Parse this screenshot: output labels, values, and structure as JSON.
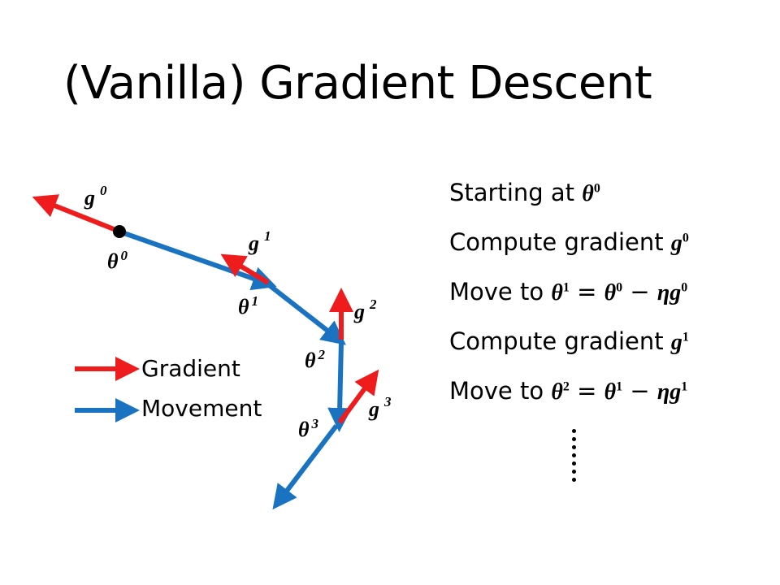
{
  "slide": {
    "title": "(Vanilla) Gradient Descent",
    "colors": {
      "gradient": "#ee1c1c",
      "movement": "#1a73c0"
    },
    "diagram": {
      "gradient_labels": [
        {
          "sym": "g",
          "sup": "0"
        },
        {
          "sym": "g",
          "sup": "1"
        },
        {
          "sym": "g",
          "sup": "2"
        },
        {
          "sym": "g",
          "sup": "3"
        }
      ],
      "theta_labels": [
        {
          "sym": "θ",
          "sup": "0"
        },
        {
          "sym": "θ",
          "sup": "1"
        },
        {
          "sym": "θ",
          "sup": "2"
        },
        {
          "sym": "θ",
          "sup": "3"
        }
      ]
    },
    "legend": {
      "gradient": "Gradient",
      "movement": "Movement"
    },
    "steps": [
      {
        "text": "Starting at ",
        "m1": "θ",
        "s1": "0"
      },
      {
        "text": "Compute gradient ",
        "m1": "g",
        "s1": "0"
      },
      {
        "text": "Move to ",
        "m1": "θ",
        "s1": "1",
        "eq": " = ",
        "m2": "θ",
        "s2": "0",
        "minus": " − ",
        "m3": "ηg",
        "s3": "0"
      },
      {
        "text": "Compute gradient ",
        "m1": "g",
        "s1": "1"
      },
      {
        "text": "Move to ",
        "m1": "θ",
        "s1": "2",
        "eq": " = ",
        "m2": "θ",
        "s2": "1",
        "minus": " − ",
        "m3": "ηg",
        "s3": "1"
      }
    ]
  }
}
